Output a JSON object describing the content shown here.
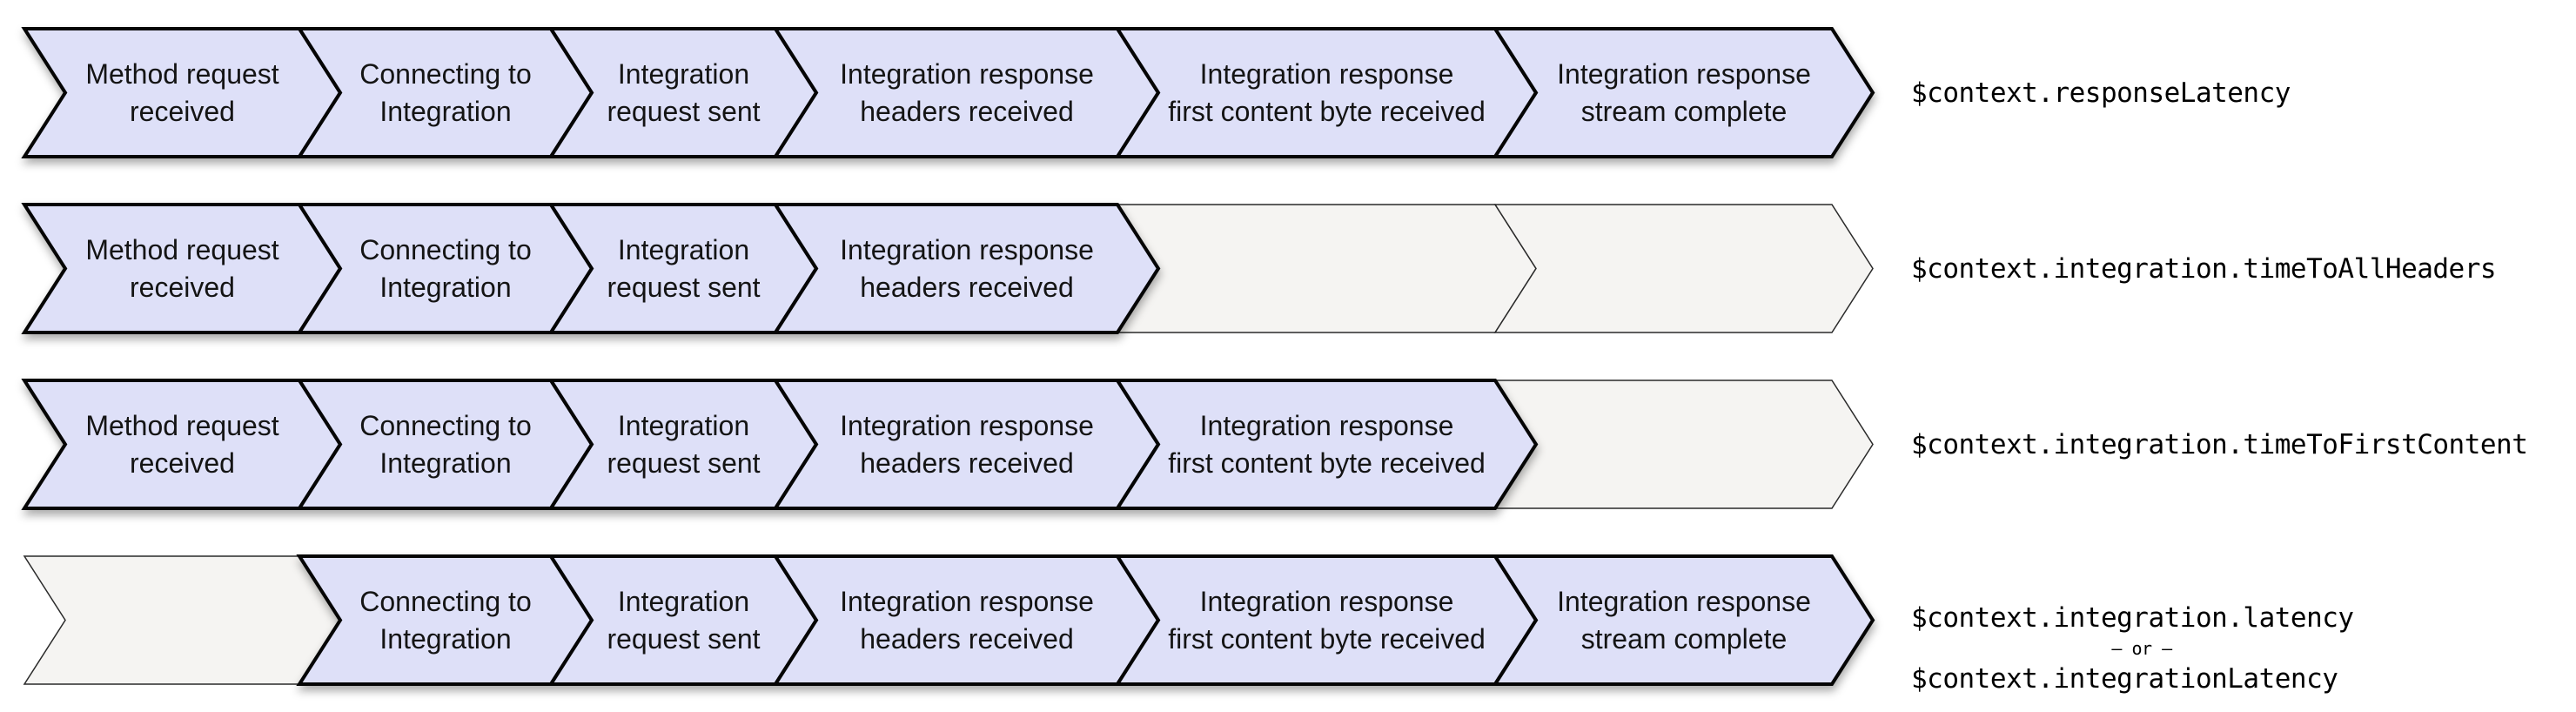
{
  "stages": [
    {
      "line1": "Method request",
      "line2": "received"
    },
    {
      "line1": "Connecting to",
      "line2": "Integration"
    },
    {
      "line1": "Integration",
      "line2": "request sent"
    },
    {
      "line1": "Integration response",
      "line2": "headers received"
    },
    {
      "line1": "Integration response",
      "line2": "first content byte received"
    },
    {
      "line1": "Integration response",
      "line2": "stream complete"
    }
  ],
  "rows": [
    {
      "metric": "$context.responseLatency",
      "highlighted": [
        true,
        true,
        true,
        true,
        true,
        true
      ]
    },
    {
      "metric": "$context.integration.timeToAllHeaders",
      "highlighted": [
        true,
        true,
        true,
        true,
        false,
        false
      ]
    },
    {
      "metric": "$context.integration.timeToFirstContent",
      "highlighted": [
        true,
        true,
        true,
        true,
        true,
        false
      ]
    },
    {
      "metric": "$context.integration.latency",
      "metric_or": "– or –",
      "metric_alt": "$context.integrationLatency",
      "highlighted": [
        false,
        true,
        true,
        true,
        true,
        true
      ]
    }
  ],
  "colors": {
    "stage_fill": "#dee0f8",
    "empty_fill": "#f5f4f2",
    "border": "#050505",
    "background": "#ffffff"
  }
}
